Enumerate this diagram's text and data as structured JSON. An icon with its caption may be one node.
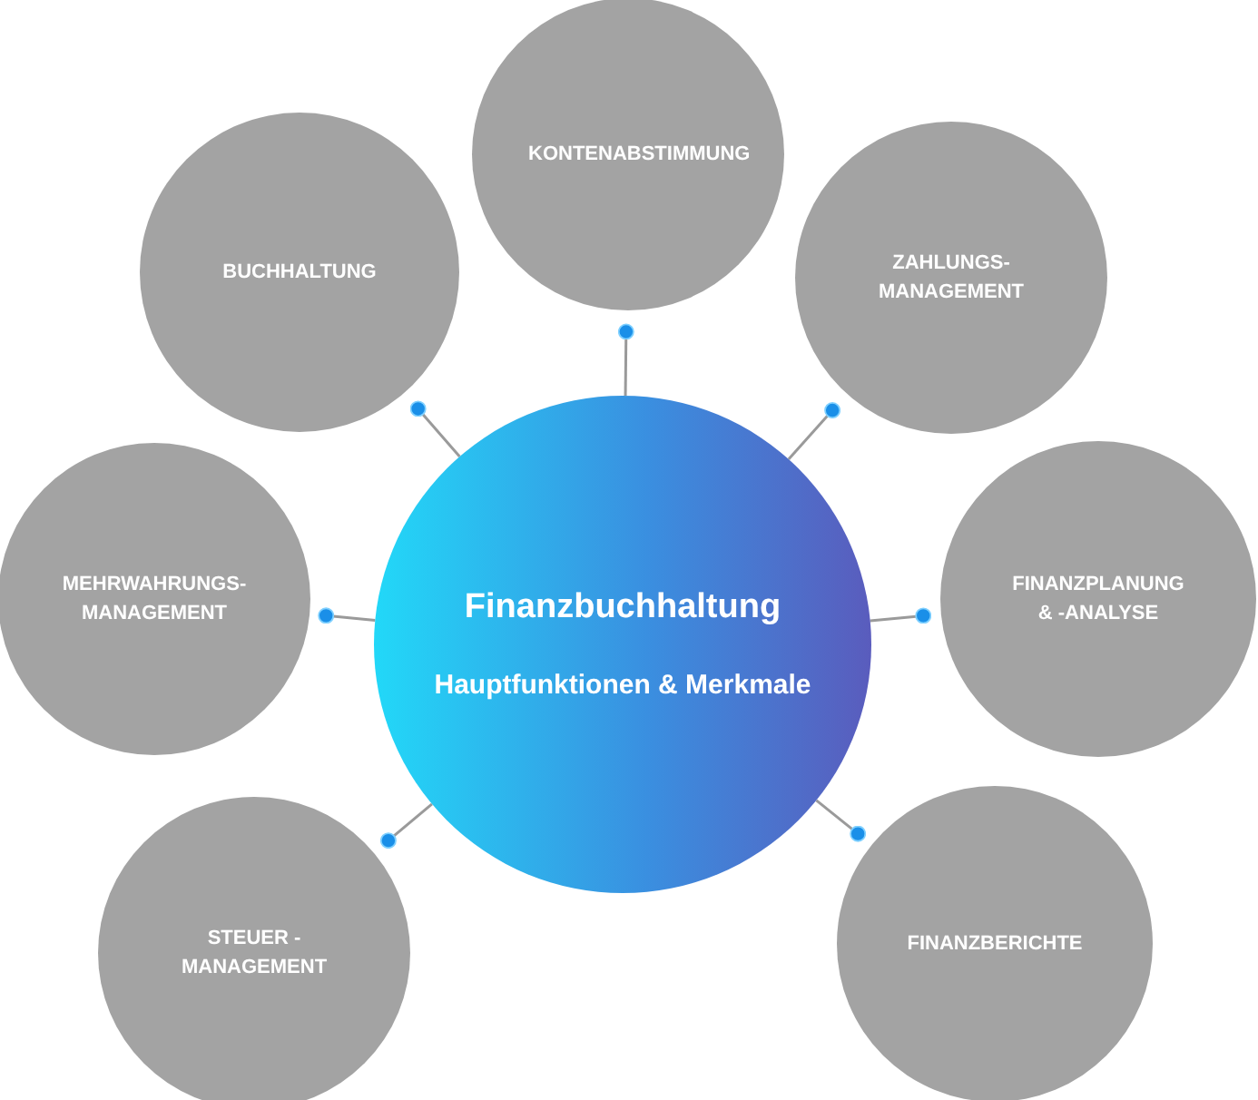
{
  "diagram": {
    "nodes": [
      {
        "text": [
          "KONTENABSTIMMUNG"
        ]
      },
      {
        "text": [
          "BUCHHALTUNG"
        ]
      },
      {
        "text": [
          "ZAHLUNGS- MANAGEMENT"
        ]
      },
      {
        "text": [
          "MEHRWAHRUNGS- MANAGEMENT"
        ]
      },
      {
        "text": [
          "Finanzbuchhaltung",
          "Hauptfunktionen & Merkmale"
        ]
      },
      {
        "text": [
          "FINANZPLANUNG & -ANALYSE"
        ]
      },
      {
        "text": [
          "STEUER -MANAGEMENT"
        ]
      },
      {
        "text": [
          "FINANZBERICHTE"
        ]
      }
    ],
    "edges": [
      {
        "from": 4,
        "to": 0,
        "arrow": "other"
      },
      {
        "from": 4,
        "to": 1,
        "arrow": "other"
      },
      {
        "from": 4,
        "to": 2,
        "arrow": "other"
      },
      {
        "from": 4,
        "to": 3,
        "arrow": "other"
      },
      {
        "from": 4,
        "to": 5,
        "arrow": "other"
      },
      {
        "from": 4,
        "to": 6,
        "arrow": "other"
      },
      {
        "from": 4,
        "to": 7,
        "arrow": "other"
      }
    ]
  }
}
